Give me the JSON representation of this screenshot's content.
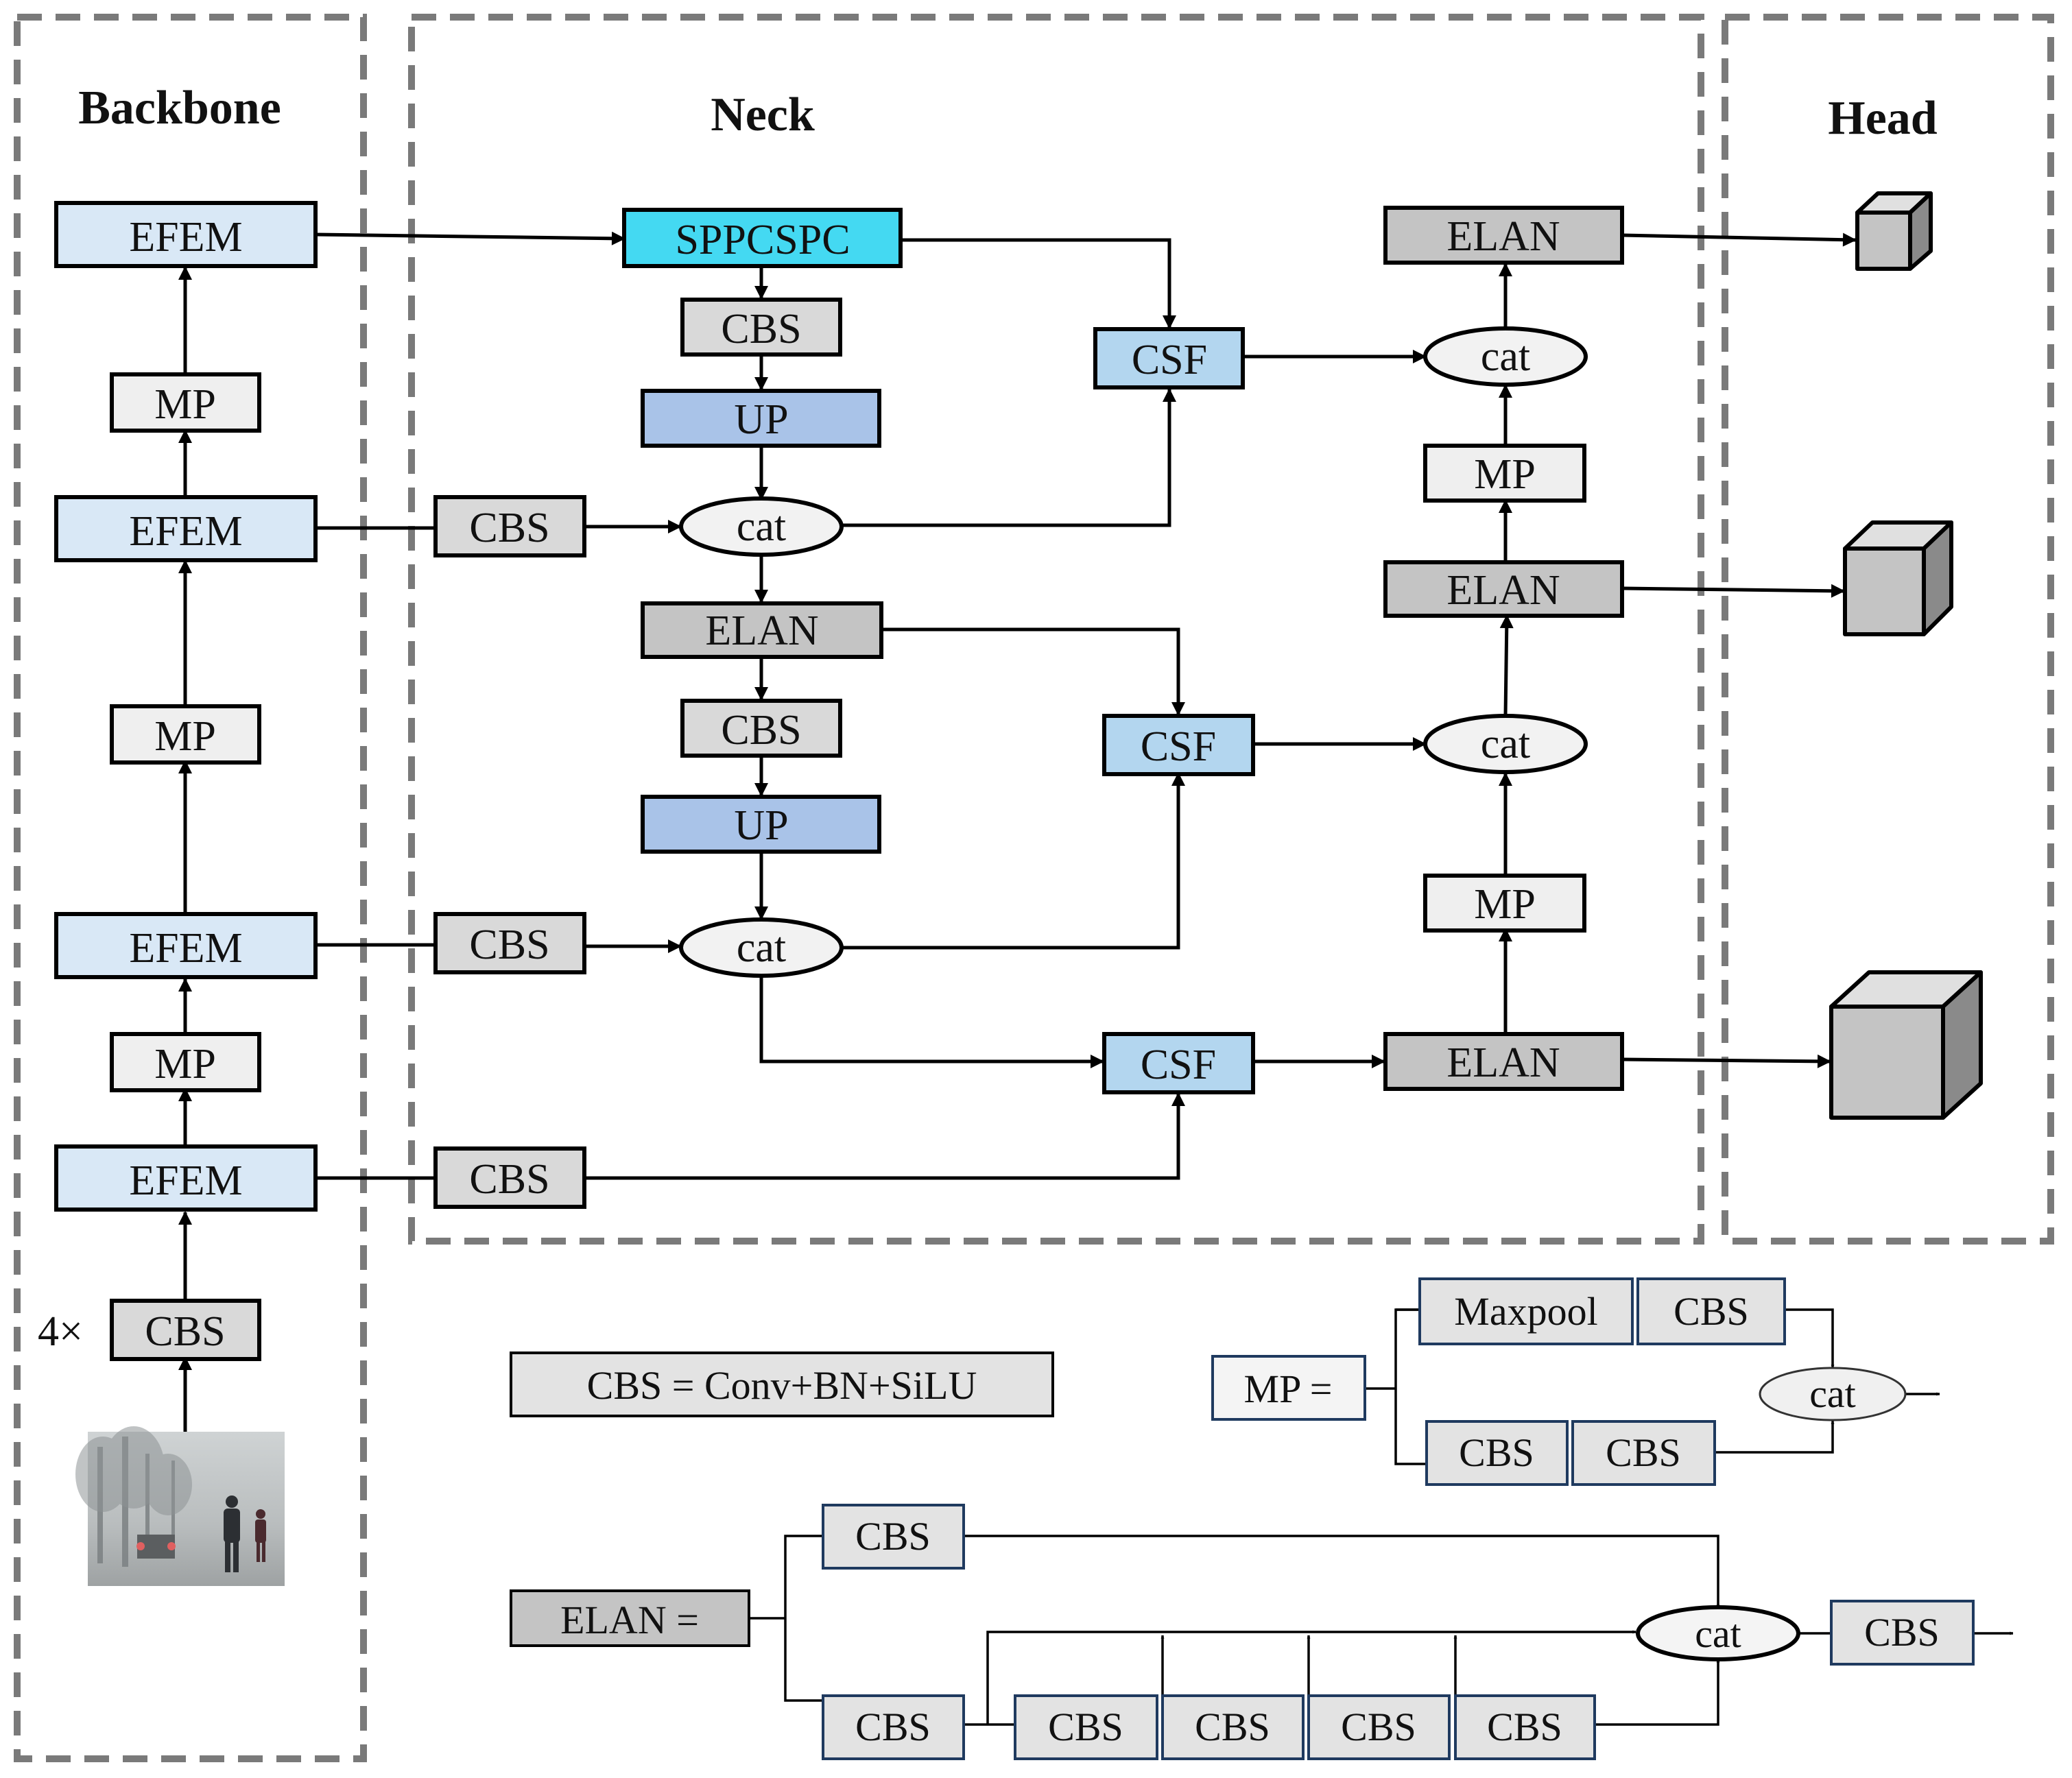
{
  "sections": {
    "backbone": "Backbone",
    "neck": "Neck",
    "head": "Head"
  },
  "labels": {
    "efem": "EFEM",
    "mp": "MP",
    "cbs": "CBS",
    "sppcspc": "SPPCSPC",
    "up": "UP",
    "cat": "cat",
    "elan": "ELAN",
    "csf": "CSF",
    "maxpool": "Maxpool"
  },
  "input_repeat": "4×",
  "legend": {
    "cbs_definition": "CBS = Conv+BN+SiLU",
    "mp_prefix": "MP =",
    "elan_prefix": "ELAN ="
  },
  "colors": {
    "efem": "#d9e8f6",
    "mp": "#efefef",
    "cbs": "#d9d9d9",
    "sppcspc": "#44d9f2",
    "up": "#a9c3e8",
    "csf": "#b3d6ef",
    "elan": "#c4c4c4",
    "cat": "#f2f2f2",
    "legend_box": "#e3e3e3",
    "legend_stroke": "#1f3a5f",
    "frame": "#7a7a7a"
  }
}
